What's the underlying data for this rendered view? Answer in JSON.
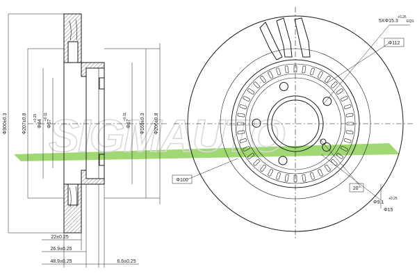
{
  "watermark": {
    "text": "SIGMAUTO",
    "stroke_color": "#d9d9d9",
    "stripe_color": "#8fd15a"
  },
  "side_view": {
    "dim_outer_diameter": "Φ300±0.3",
    "dim_bore_diameter": "Φ207±0.8",
    "dim_hub_diameter_1": "Φ84",
    "dim_hub_diameter_1_tol": "+0.25",
    "dim_hub_diameter_2": "Φ67",
    "dim_hub_diameter_2_tol": "+0.11",
    "dim_right_1": "Φ67",
    "dim_right_1_tol": "+0.11",
    "dim_right_2": "Φ169±0.3",
    "dim_right_3": "Φ206±0.8",
    "dim_height_1": "22±0.25",
    "dim_height_2": "26.9±0.25",
    "dim_height_3": "48.9±0.25",
    "dim_offset": "6.6±0.25"
  },
  "front_view": {
    "dim_holes": "5XΦ15.3",
    "dim_holes_tol": "+0.25",
    "dim_holes_note": "EQS",
    "dim_pcd": "Φ112",
    "dim_inner_circle": "Φ100",
    "dim_angle": "20°",
    "dim_pin_hole": "Φ9.1",
    "dim_pin_hole_tol": "+0.25",
    "dim_pin_hole_2": "Φ15"
  },
  "colors": {
    "line": "#1a1a1a",
    "background": "#ffffff"
  }
}
